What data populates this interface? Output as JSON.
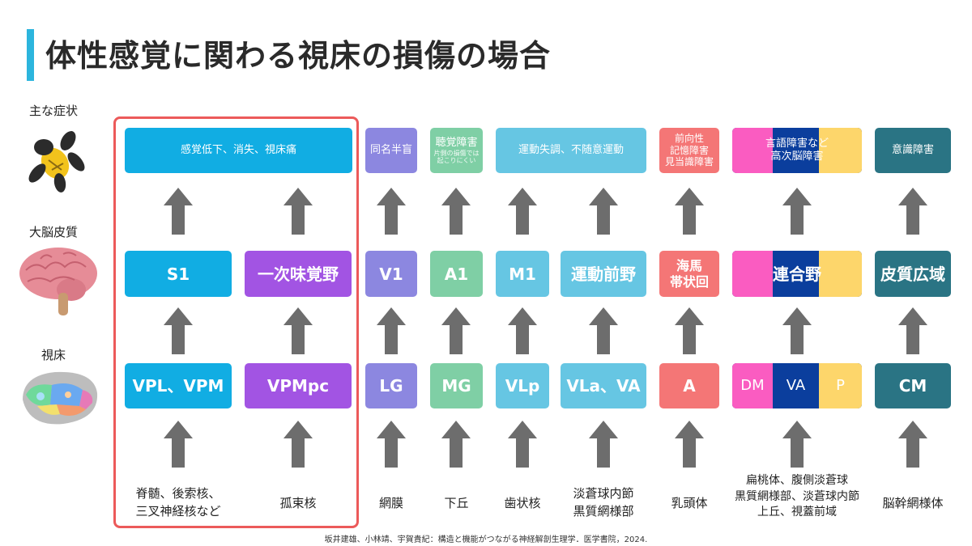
{
  "title": "体性感覚に関わる視床の損傷の場合",
  "row_labels": {
    "symptoms": "主な症状",
    "cortex": "大脳皮質",
    "thalamus": "視床"
  },
  "colors": {
    "blue": "#11ade3",
    "purple": "#a254e3",
    "lavender": "#8c87e0",
    "mint": "#7fcfa5",
    "sky": "#66c6e3",
    "salmon": "#f47676",
    "pink": "#fa5cc1",
    "navy": "#0b3e9d",
    "yellow": "#fdd66b",
    "teal": "#2a7484",
    "arrow": "#6d6d6d",
    "frame": "#ec5a5a",
    "accent": "#2cb5dd"
  },
  "icons": {
    "symptoms": "collapsing-gorilla-icon",
    "cortex": "brain-icon",
    "thalamus": "thalamus-icon"
  },
  "columns": {
    "somato": {
      "symptom": "感覚低下、消失、視床痛",
      "cortex_a": "S1",
      "cortex_b": "一次味覚野",
      "thal_a": "VPL、VPM",
      "thal_b": "VPMpc",
      "src_a1": "脊髄、後索核、",
      "src_a2": "三叉神経核など",
      "src_b": "孤束核"
    },
    "vision": {
      "symptom": "同名半盲",
      "cortex": "V1",
      "thalamus": "LG",
      "source": "網膜"
    },
    "hearing": {
      "symptom": "聴覚障害",
      "symptom_note1": "片側の損傷では",
      "symptom_note2": "起こりにくい",
      "cortex": "A1",
      "thalamus": "MG",
      "source": "下丘"
    },
    "motor": {
      "symptom": "運動失調、不随意運動",
      "cortex_a": "M1",
      "cortex_b": "運動前野",
      "thal_a": "VLp",
      "thal_b": "VLa、VA",
      "src_a": "歯状核",
      "src_b1": "淡蒼球内節",
      "src_b2": "黒質網様部"
    },
    "memory": {
      "symptom1": "前向性",
      "symptom2": "記憶障害",
      "symptom3": "見当識障害",
      "cortex1": "海馬",
      "cortex2": "帯状回",
      "thalamus": "A",
      "source": "乳頭体"
    },
    "association": {
      "symptom1": "言語障害など",
      "symptom2": "高次脳障害",
      "cortex": "連合野",
      "thal_dm": "DM",
      "thal_va": "VA",
      "thal_p": "P",
      "src1": "扁桃体、腹側淡蒼球",
      "src2": "黒質網様部、淡蒼球内節",
      "src3": "上丘、視蓋前域"
    },
    "consciousness": {
      "symptom": "意識障害",
      "cortex": "皮質広域",
      "thalamus": "CM",
      "source": "脳幹網様体"
    }
  },
  "citation": "坂井建雄、小林靖、宇賀貴紀：構造と機能がつながる神経解剖生理学．医学書院，2024."
}
